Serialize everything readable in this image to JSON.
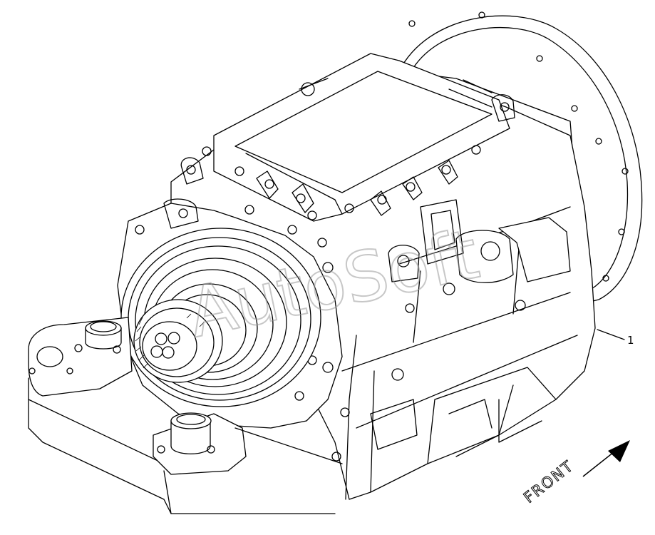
{
  "callouts": [
    {
      "label": "1"
    }
  ],
  "direction_label": "FRONT",
  "watermark": "AutoSoft"
}
